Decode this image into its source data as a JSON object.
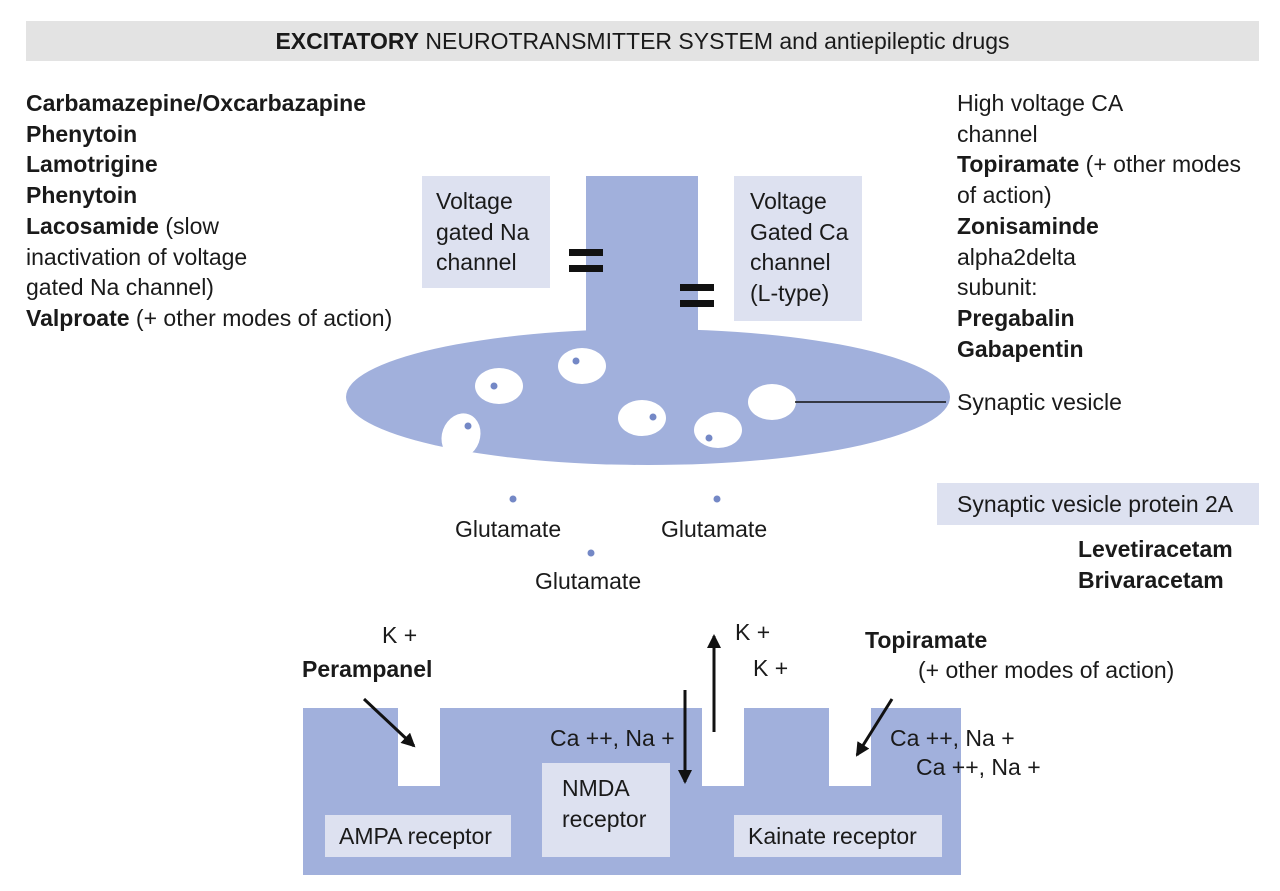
{
  "title": {
    "bold": "EXCITATORY",
    "rest": " NEUROTRANSMITTER SYSTEM and antiepileptic drugs"
  },
  "left_drugs": {
    "line1": "Carbamazepine/Oxcarbazapine",
    "line2": "Phenytoin",
    "line3": "Lamotrigine",
    "line4": "Phenytoin",
    "line5_bold": "Lacosamide",
    "line5_rest": " (slow",
    "line6": "inactivation of voltage",
    "line7": "gated Na channel)",
    "line8_bold": "Valproate",
    "line8_rest": " (+ other modes of action)"
  },
  "right_drugs": {
    "line1": "High voltage CA",
    "line2": "channel",
    "line3_bold": "Topiramate",
    "line3_rest": " (+ other modes",
    "line4": "of action)",
    "line5": "Zonisaminde",
    "line6": "alpha2delta",
    "line7": "subunit:",
    "line8": "Pregabalin",
    "line9": "Gabapentin"
  },
  "na_channel": {
    "line1": "Voltage",
    "line2": "gated Na",
    "line3": "channel"
  },
  "ca_channel": {
    "line1": "Voltage",
    "line2": "Gated Ca",
    "line3": "channel",
    "line4": "(L-type)"
  },
  "synaptic_vesicle_label": "Synaptic vesicle",
  "sv2a": {
    "label": "Synaptic vesicle protein 2A",
    "drug1": "Levetiracetam",
    "drug2": "Brivaracetam"
  },
  "glutamate": {
    "left": "Glutamate",
    "right": "Glutamate",
    "center": "Glutamate"
  },
  "ampa": {
    "ion": "K +",
    "drug": "Perampanel",
    "receptor": "AMPA receptor"
  },
  "nmda": {
    "ion_in": "Ca ++, Na +",
    "ion_out1": "K +",
    "ion_out2": "K +",
    "receptor_line1": "NMDA",
    "receptor_line2": "receptor"
  },
  "kainate": {
    "drug": "Topiramate",
    "drug_note": "(+ other modes of action)",
    "ion1": "Ca ++, Na +",
    "ion2": "Ca ++, Na +",
    "receptor": "Kainate receptor"
  },
  "colors": {
    "membrane": "#a1b0dc",
    "label_box": "#dde1f0",
    "title_bar": "#e3e3e3",
    "dot": "#7488c6",
    "text": "#1a1a1a"
  }
}
